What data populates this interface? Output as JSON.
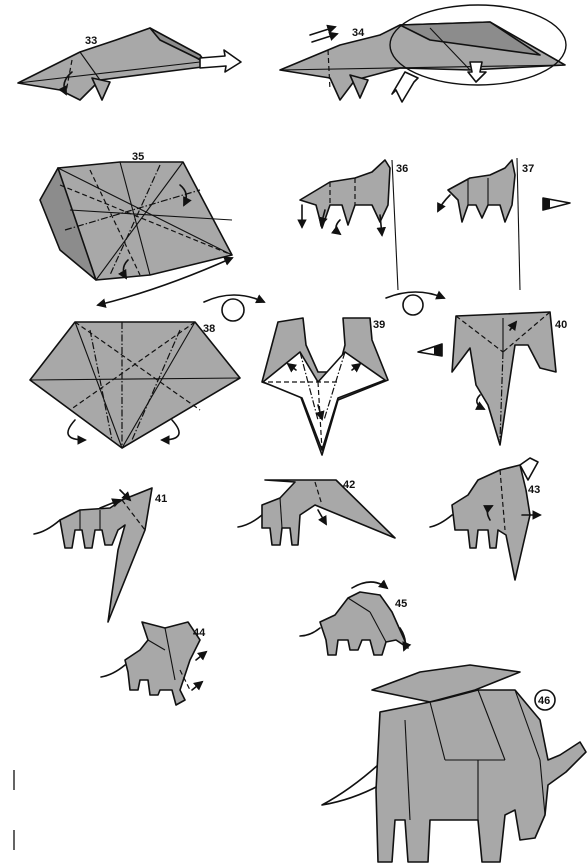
{
  "steps": {
    "s33": "33",
    "s34": "34",
    "s35": "35",
    "s36": "36",
    "s37": "37",
    "s38": "38",
    "s39": "39",
    "s40": "40",
    "s41": "41",
    "s42": "42",
    "s43": "43",
    "s44": "44",
    "s45": "45",
    "s46": "46"
  },
  "colors": {
    "paper": "#a8a8a8",
    "line": "#111111",
    "background": "#ffffff"
  },
  "icons": [
    "turn-over-icon",
    "view-from-side-icon",
    "push-arrow-icon",
    "fold-arrow-icon"
  ]
}
